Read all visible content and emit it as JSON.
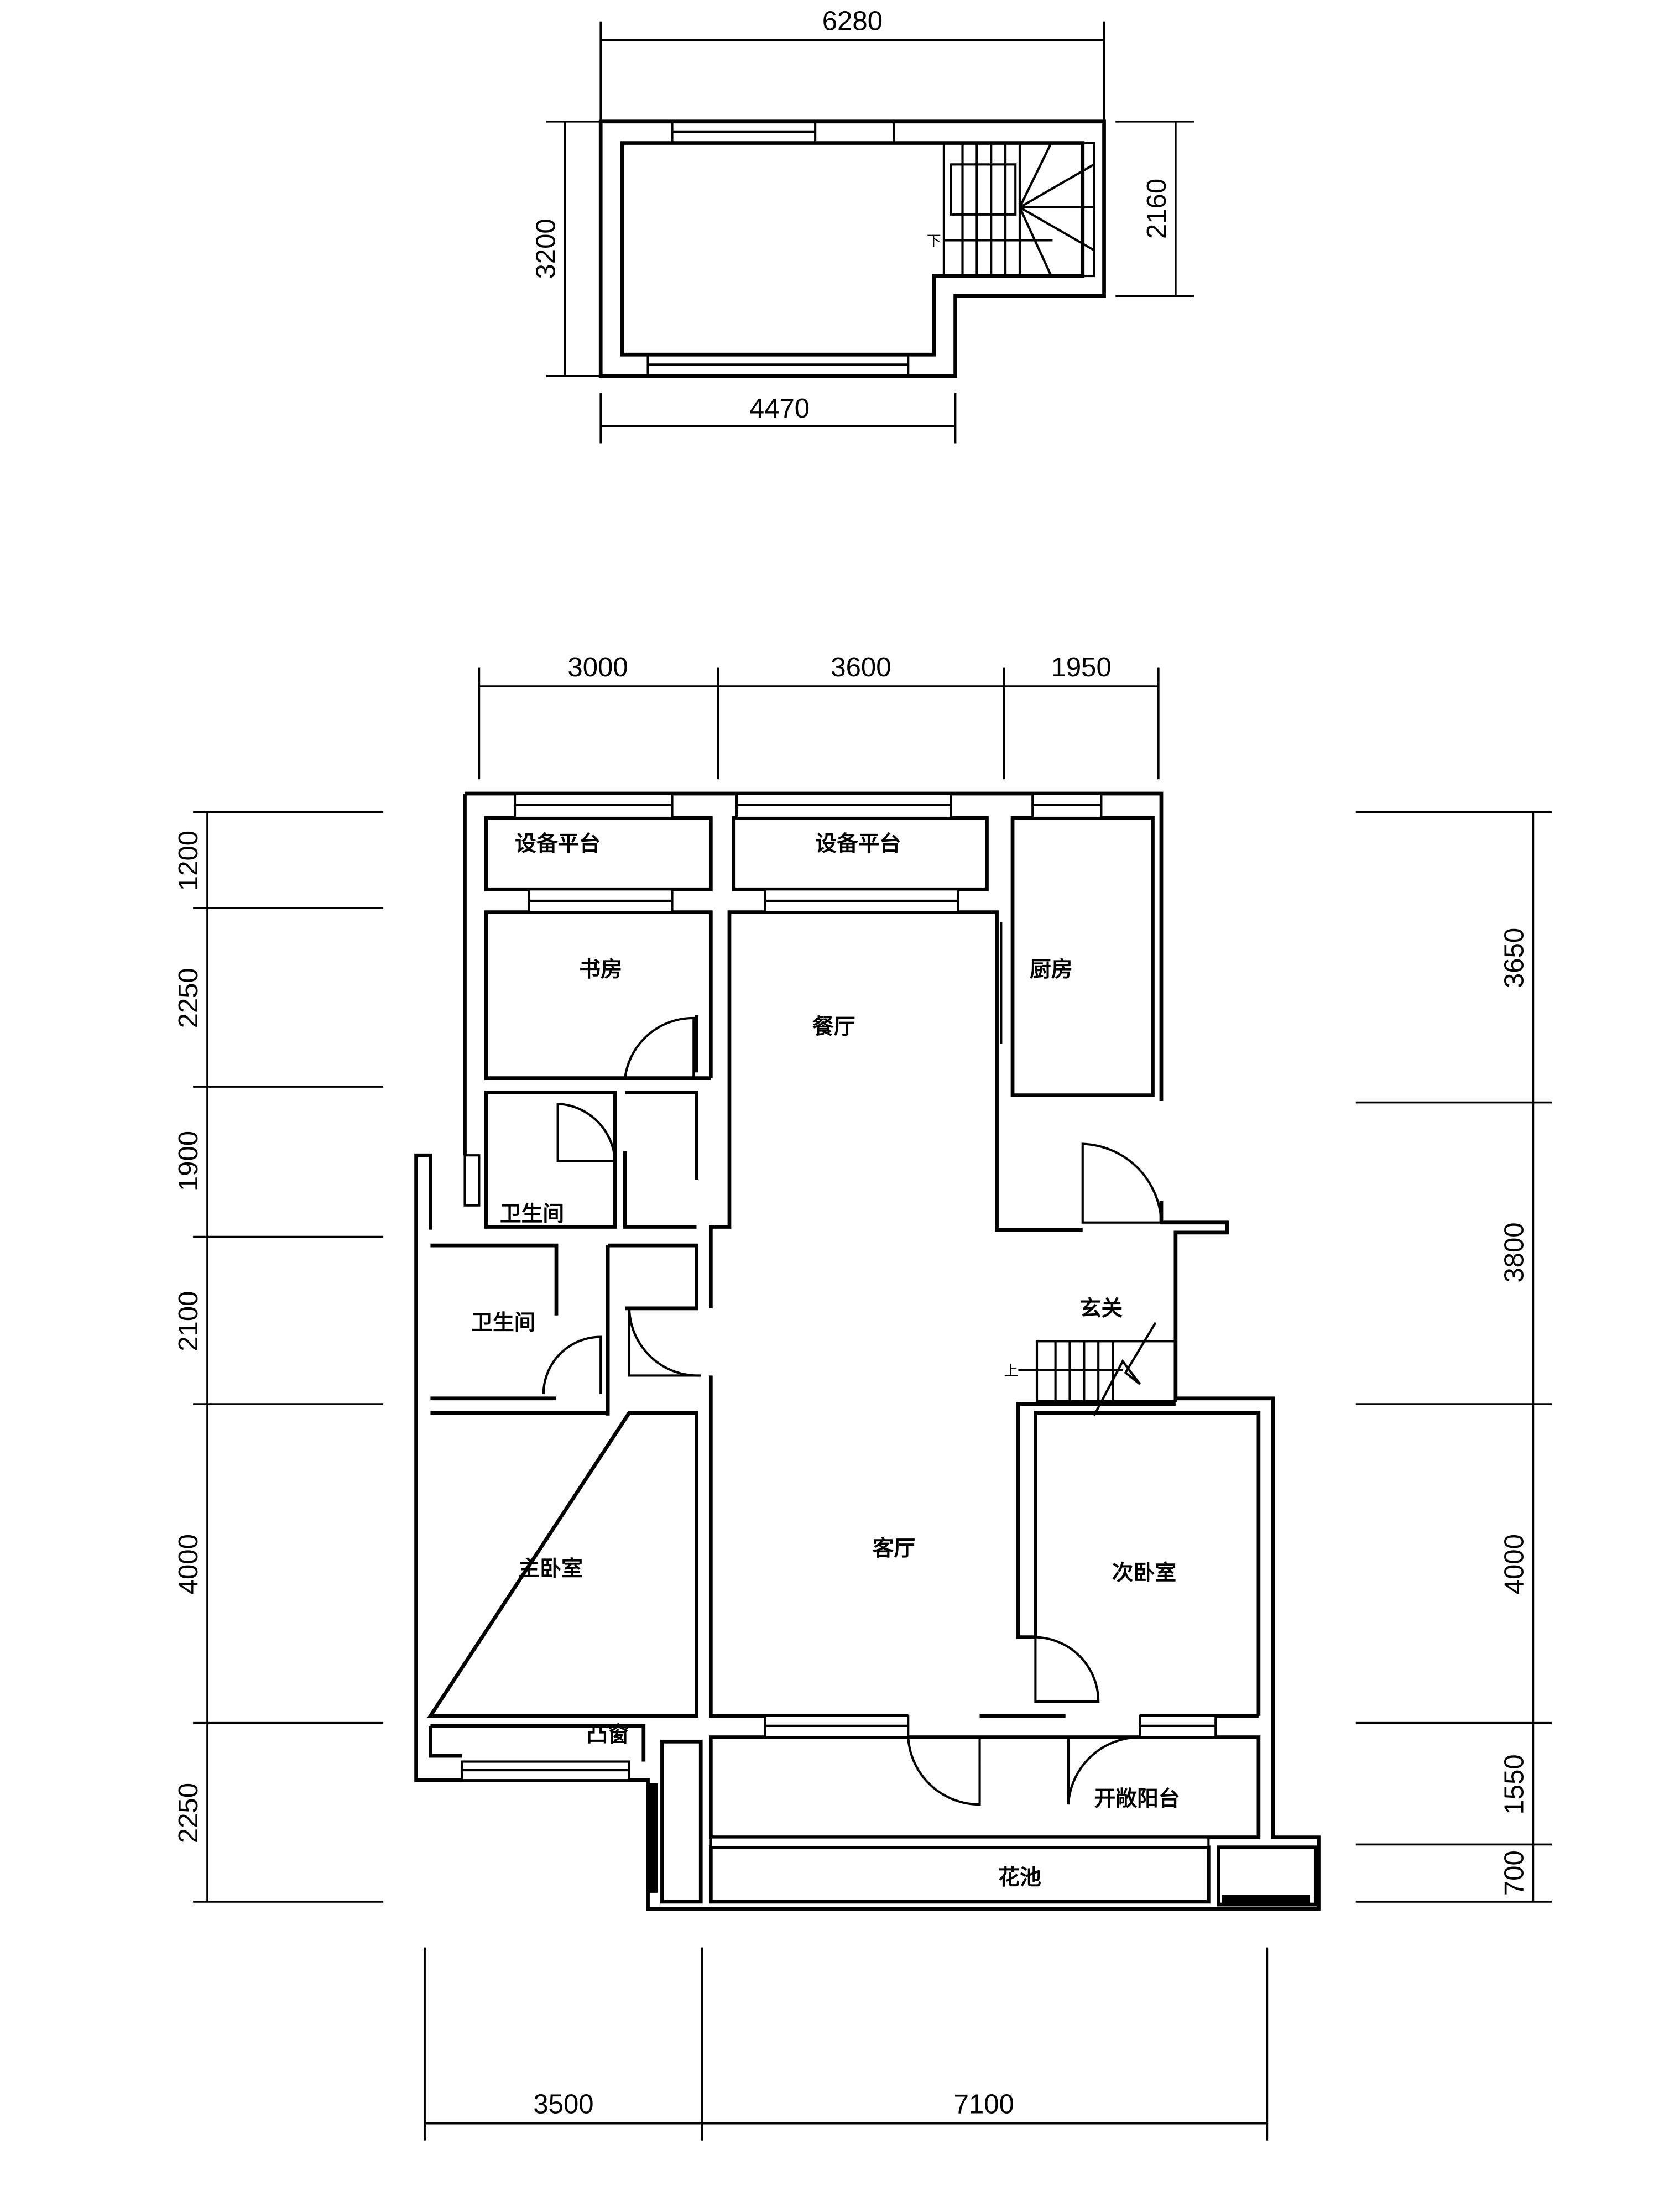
{
  "upper_plan": {
    "dimensions": {
      "top": "6280",
      "left": "3200",
      "right": "2160",
      "bottom": "4470"
    },
    "stair_label": "下"
  },
  "main_plan": {
    "dimensions": {
      "top": [
        "3000",
        "3600",
        "1950"
      ],
      "left": [
        "1200",
        "2250",
        "1900",
        "2100",
        "4000",
        "2250"
      ],
      "right": [
        "3650",
        "3800",
        "4000",
        "1550",
        "700"
      ],
      "bottom": [
        "3500",
        "7100"
      ]
    },
    "rooms": {
      "equipment_platform_1": "设备平台",
      "equipment_platform_2": "设备平台",
      "study": "书房",
      "dining": "餐厅",
      "kitchen": "厨房",
      "bathroom_1": "卫生间",
      "bathroom_2": "卫生间",
      "foyer": "玄关",
      "master_bedroom": "主卧室",
      "living_room": "客厅",
      "second_bedroom": "次卧室",
      "bay_window": "凸窗",
      "open_balcony": "开敞阳台",
      "planter": "花池"
    },
    "stair_label": "上"
  }
}
